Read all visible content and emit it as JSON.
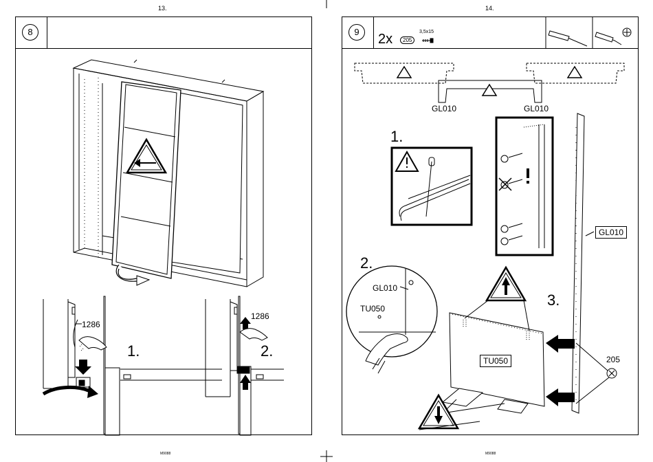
{
  "page_left": {
    "number": "13.",
    "step": "8",
    "footer": "M9088",
    "callouts": {
      "dim_a": "1286",
      "dim_b": "1286",
      "step1": "1.",
      "step2": "2."
    }
  },
  "page_right": {
    "number": "14.",
    "step": "9",
    "footer": "M9088",
    "header": {
      "qty": "2x",
      "part_badge": "205",
      "screw_size": "3,5x15"
    },
    "labels": {
      "gl010_left": "GL010",
      "gl010_right": "GL010",
      "gl010_rail": "GL010",
      "gl010_detail": "GL010",
      "tu050_detail": "TU050",
      "tu050_panel": "TU050",
      "screw_205": "205",
      "step1": "1.",
      "step2": "2.",
      "step3": "3."
    }
  },
  "icons": [
    "warning-triangle-icon",
    "screwdriver-icon",
    "phillips-screwdriver-icon",
    "hand-icon",
    "arrow-icon",
    "screw-icon"
  ]
}
